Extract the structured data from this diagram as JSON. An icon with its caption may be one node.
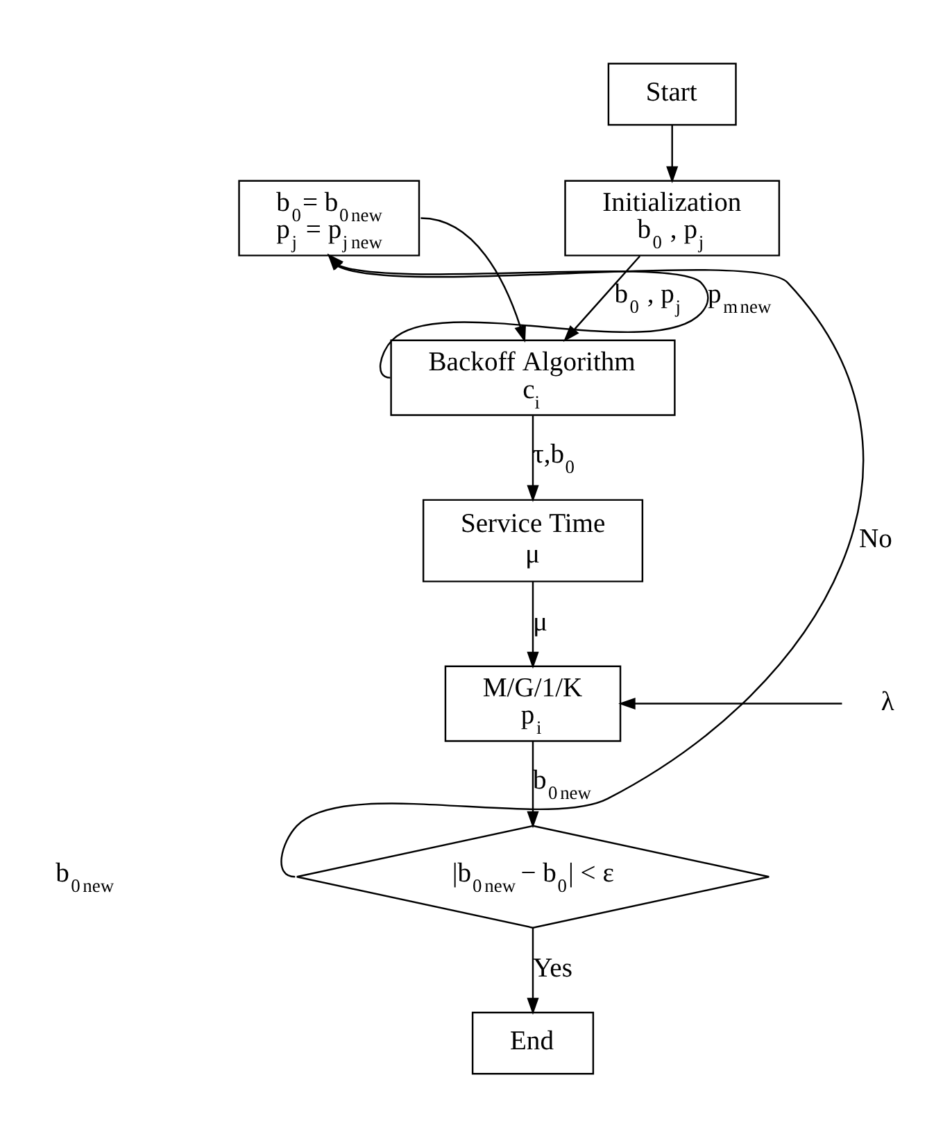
{
  "diagram": {
    "nodes": [
      {
        "text": [
          "Start"
        ]
      },
      {
        "text": [
          "Initialization",
          "b$_{0}$ , p$_{j}$"
        ]
      },
      {
        "text": [
          "b$_{0}$= b$_{0}$$_{new}$",
          "p$_{j}$ = p$_{j}$$_{new}$"
        ]
      },
      {
        "text": [
          "Backoff Algorithm",
          "c$_{i}$"
        ]
      },
      {
        "text": [
          "Service Time",
          "μ"
        ]
      },
      {
        "text": [
          "M/G/1/K",
          "p$_{i}$"
        ]
      },
      {
        "text": [
          "|b$_{0}$$_{new}$ − b$_{0}$| < ε"
        ]
      },
      {
        "text": [
          "End"
        ]
      },
      {
        "text": [
          "λ"
        ]
      }
    ],
    "edges": [
      {
        "from": 0,
        "to": 1,
        "arrow": "to"
      },
      {
        "from": 1,
        "to": 3,
        "arrow": "to",
        "label": "b$_{0}$ , p$_{j}$"
      },
      {
        "from": 2,
        "to": 3,
        "arrow": "to"
      },
      {
        "from": 3,
        "to": 4,
        "arrow": "to",
        "label": "τ,b$_{0}$"
      },
      {
        "from": 3,
        "to": 2,
        "arrow": "to",
        "label": "p$_{m}$$_{new}$"
      },
      {
        "from": 4,
        "to": 5,
        "arrow": "to",
        "label": "μ"
      },
      {
        "from": 8,
        "to": 5,
        "arrow": "to"
      },
      {
        "from": 5,
        "to": 6,
        "arrow": "to",
        "label": "b$_{0}$$_{new}$"
      },
      {
        "from": 6,
        "to": 2,
        "arrow": "to",
        "label": "No"
      },
      {
        "from": 6,
        "to": 7,
        "arrow": "to",
        "label": "Yes"
      }
    ],
    "labels": [
      "b$_{0}$$_{new}$"
    ]
  }
}
